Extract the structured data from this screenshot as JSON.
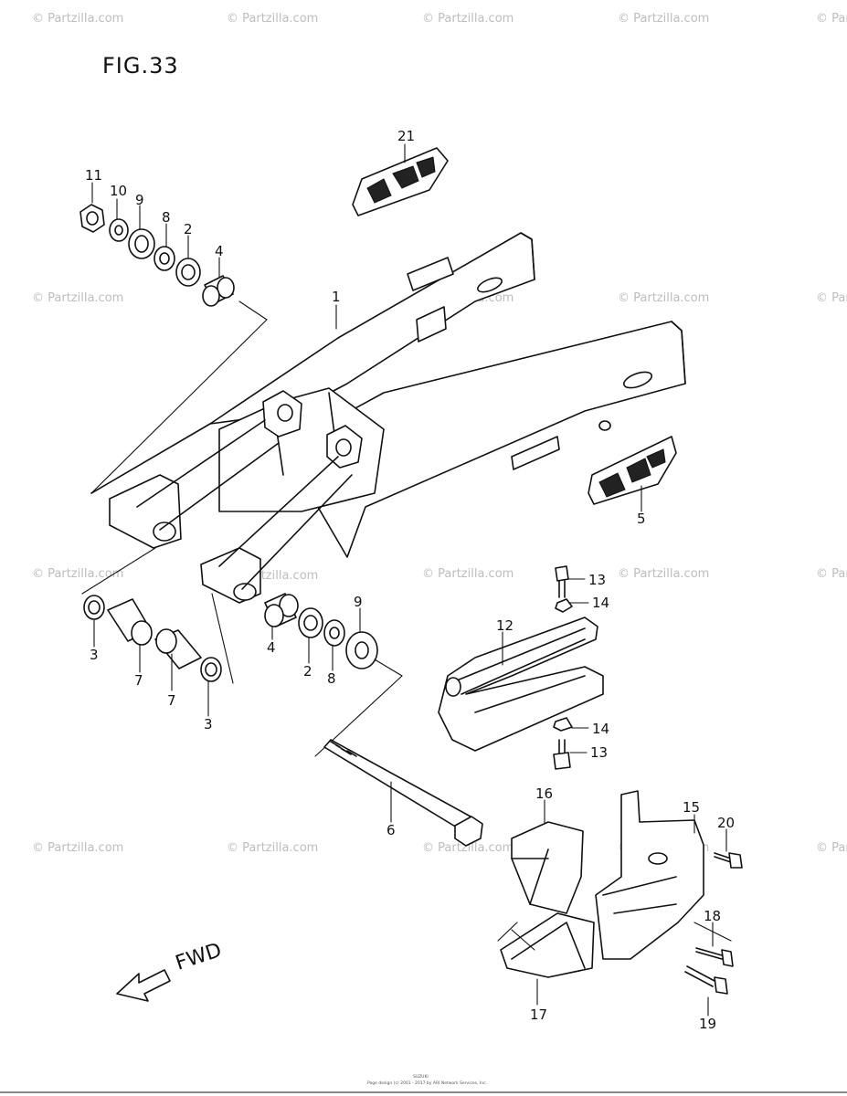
{
  "figure": {
    "title": "FIG.33"
  },
  "watermark": "© Partzilla.com",
  "direction": {
    "label": "FWD"
  },
  "footer": {
    "line1": "SUZUKI",
    "line2": "Page design (c) 2001 - 2017 by ARI Network Services, Inc."
  },
  "callouts": {
    "p1": "1",
    "p2a": "2",
    "p2b": "2",
    "p3a": "3",
    "p3b": "3",
    "p4a": "4",
    "p4b": "4",
    "p5": "5",
    "p6": "6",
    "p7a": "7",
    "p7b": "7",
    "p8a": "8",
    "p8b": "8",
    "p9a": "9",
    "p9b": "9",
    "p10": "10",
    "p11": "11",
    "p12": "12",
    "p13a": "13",
    "p13b": "13",
    "p14a": "14",
    "p14b": "14",
    "p15": "15",
    "p16": "16",
    "p17": "17",
    "p18": "18",
    "p19": "19",
    "p20": "20",
    "p21": "21"
  }
}
